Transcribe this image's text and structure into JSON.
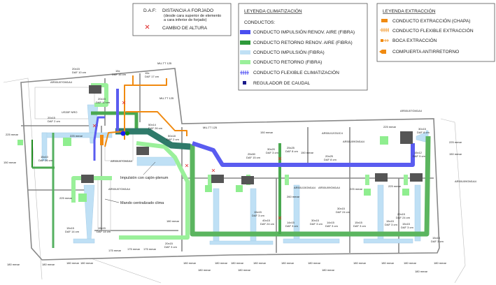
{
  "daf_legend": {
    "abbr": "D.A.F:",
    "line1": "DISTANCIA A FORJADO",
    "line2": "(desde cara superior de elemento",
    "line3": "a cara inferior de forjado)",
    "height_change": "CAMBIO DE ALTURA"
  },
  "clima_legend": {
    "title": "LEYENDA CLIMATIZACIÓN",
    "subtitle": "CONDUCTOS:",
    "items": [
      {
        "label": "CONDUCTO IMPULSIÓN RENOV. AIRE (FIBRA)",
        "color": "#4a4ef0"
      },
      {
        "label": "CONDUCTO RETORNO RENOV. AIRE (FIBRA)",
        "color": "#2e9a3a"
      },
      {
        "label": "CONDUCTO IMPULSIÓN (FIBRA)",
        "color": "#bfe0f5"
      },
      {
        "label": "CONDUCTO RETORNO (FIBRA)",
        "color": "#9af09a"
      },
      {
        "label": "CONDUCTO FLEXIBLE CLIMATIZACIÓN",
        "color": "#2a2af0"
      },
      {
        "label": "REGULADOR DE CAUDAL",
        "color": "#1a1a8a"
      }
    ]
  },
  "extr_legend": {
    "title": "LEYENDA EXTRACCIÓN",
    "items": [
      {
        "label": "CONDUCTO EXTRACCIÓN (CHAPA)",
        "color": "#f08a10"
      },
      {
        "label": "CONDUCTO FLEXIBLE EXTRACCIÓN",
        "color": "#f08a10"
      },
      {
        "label": "BOCA EXTRACCIÓN",
        "color": "#f08a10"
      },
      {
        "label": "COMPUERTA ANTIRRETORNO",
        "color": "#f08a10"
      }
    ]
  },
  "annotations": {
    "plenum": "Impulsión con cajón-plenum",
    "control": "Mando centralizado clima"
  },
  "labels": [
    "MU-TT 125",
    "MU-TT 125",
    "MU-TT 125",
    "AR50U07GM1A4",
    "20x15",
    "DAF 10 cm",
    "15x",
    "DAF 16 cm",
    "15x",
    "DAF 17 cm",
    "US30F NRO",
    "20x15",
    "DAF 2 cm",
    "20x15",
    "DAF 10 cm",
    "225 mmar",
    "150 mmar",
    "15x10",
    "DAF 26 cm",
    "225 mmar",
    "AR50U07GM1A4",
    "50x14",
    "DAF 26 cm",
    "50x18",
    "DAF 2 cm",
    "AR50U07GM1A4",
    "225 mmar",
    "15x15",
    "DAF 14 cm",
    "15x15",
    "DAF 14 cm",
    "180 mmar",
    "180 mmar",
    "180 mmar",
    "175 mmar",
    "175 mmar",
    "175 mmar",
    "20x15",
    "DAF 3 cm",
    "180 mmar",
    "150 mmar",
    "25x50",
    "DAF 15 cm",
    "30x20",
    "DAF 3 cm",
    "25x25",
    "DAF 8 cm",
    "150 mmar",
    "20x25",
    "DAF 8 cm",
    "AR50U12G5JC4",
    "AR50U09GM1A4",
    "AR50U07GM1A4",
    "225 mmar",
    "30x15",
    "DAF 8 cm",
    "225 mmar",
    "15x12",
    "DAF 9 cm",
    "150 mmar",
    "AR50U09GM1A4",
    "AR50U09GM1A4",
    "AR50U15GM1A4",
    "260 mmar",
    "225 mmar",
    "225 mmar",
    "15x15",
    "DAF 3 cm",
    "40x15",
    "DAF 24 cm",
    "14x15",
    "DAF 3 cm",
    "30x15",
    "DAF 3 cm",
    "14x15",
    "DAF 3 cm",
    "30x15",
    "DAF 24 cm",
    "15x15",
    "DAF 3 cm",
    "15x15",
    "DAF 3 cm",
    "20x15",
    "DAF 24 cm",
    "15x15",
    "DAF 3 cm",
    "15x15",
    "DAF 3 cm",
    "180 mmar",
    "180 mmar",
    "180 mmar",
    "180 mmar",
    "180 mmar",
    "180 mmar",
    "180 mmar",
    "180 mmar",
    "180 mmar",
    "180 mmar",
    "180 mmar",
    "180 mmar",
    "180 mmar",
    "180 mmar",
    "180 mmar"
  ]
}
